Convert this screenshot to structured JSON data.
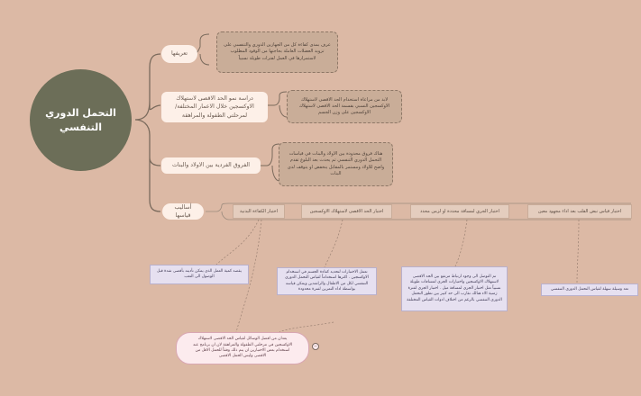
{
  "central": "التحمل الدوري التنفسي",
  "branches": [
    {
      "label": "تعريفها",
      "detail": "عرف بمدى كفاءة كل من الجهازين الدوري والتنفسي على تزويد العضلات العاملة بحاجتها من الوقود المطلوب لاستمرارها في العمل لفترات طويلة نسبياً"
    },
    {
      "label": "دراسة نمو الحد الاقصى لاستهلاك الاوكسجين خلال الاعمار المختلفة/لمرحلتي الطفولة والمراهقة",
      "detail": "لابد من مراعاة استخدام الحد الاقصى لاستهلاك الاوكسجين النسبي بقسمة الحد الاقصى لاستهلاك الاوكسجين على وزن الجسم"
    },
    {
      "label": "الفروق الفردية بين الاولاد والبنات",
      "detail": "هناك فروق محدودة بين الاولاد والبنات في قياسات التحمل الدوري التنفسي ثم يحدث بعد البلوغ تقدم واضح للاولاد ومستمر بالمقابل ينخفض او يتوقف لدى البنات"
    },
    {
      "label": "أساليب قياسها"
    }
  ],
  "methods": [
    "اختبار الكفاءة البدنية",
    "اختبار الحد الاقصى لاستهلاك الاوكسجين",
    "اختبار الجري لمسافة محددة او لزمن محدد",
    "اختبار قياس نبض القلب بعد اداء مجهود معين"
  ],
  "notes": [
    "يقصد كمية العمل الذي يمكن تأديته بأقصى شدة قبل الوصول الى التعب",
    "تعمل الاختبارات لتحديد كفاءة الجسم في استخدام الاوكسجين . اكثرها استخداماً لقياس التحمل الدوري التنفسي لكل من الاطفال والراشدين ويمكن قياسه بواسطة اداء التمرين لفترة محدودة",
    "تم التوصل الى وجود ارتباط مرتفع بين الحد الاقصى لاستهلاك الاوكسجين واختبارات الجري لمسافات طويلة نسبياً مثل اختبار الجري لمسافة ميل . اختبار الجري لفترة زمنية الاء هنالك تقارب الى حد كبير بين تطور التحمل الدوري التنفسي بالرغم من اختلاف ادوات القياس المختلفة",
    "تعد وسيلة سهلة لقياس التحمل الدوري التنفسي"
  ],
  "summary": "يعدان من افضل الوسائل لقياس الحد الاقصى لاستهلاك الاوكسجين في مرحلتي الطفولة والمراهقة لان ان برنامج عند استخدام بعض الاختبارين ان يتم ذلك وفقاً للحمل الاقل من الاقصى وليس الحمل الاقصى",
  "collapse_glyph": "−",
  "colors": {
    "background": "#dcb9a5",
    "central": "#6c6e58",
    "connector": "#7a6a5c",
    "note_link": "#9a8072"
  }
}
